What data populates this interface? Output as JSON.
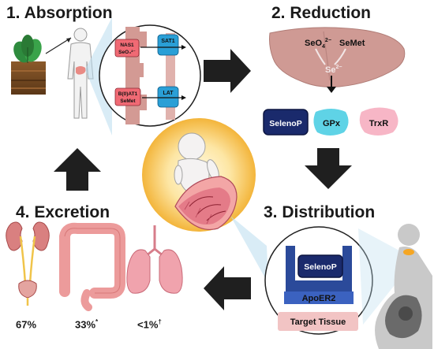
{
  "panels": {
    "absorption": {
      "title": "1.  Absorption",
      "transporters": [
        {
          "top": "NAS1",
          "bottom": "SeO₄²⁻",
          "carrier": "SAT1"
        },
        {
          "top": "B(0)AT1",
          "bottom": "SeMet",
          "carrier": "LAT"
        }
      ]
    },
    "reduction": {
      "title": "2. Reduction",
      "selenate": "SeO",
      "selenate_sub": "4",
      "selenate_sup": "2−",
      "semet": "SeMet",
      "selenide": "Se",
      "selenide_sup": "2−",
      "proteins": [
        "SelenoP",
        "GPx",
        "TrxR"
      ]
    },
    "distribution": {
      "title": "3. Distribution",
      "protein": "SelenoP",
      "receptor": "ApoER2",
      "target": "Target Tissue"
    },
    "excretion": {
      "title": "4. Excretion",
      "percentages": [
        {
          "value": "67%",
          "mark": ""
        },
        {
          "value": "33%",
          "mark": "*"
        },
        {
          "value": "<1%",
          "mark": "†"
        }
      ]
    }
  },
  "colors": {
    "liver": "#cf9a94",
    "selenop": "#1a2a6c",
    "gpx": "#5fd3e6",
    "trxr": "#f7b6c6",
    "transporter": "#2a9fd6",
    "arrow": "#1f1f1f",
    "placenta_glow": "#f5b83a"
  },
  "icons": [
    "spinach-plant-icon",
    "human-body-icon",
    "intestine-cell-icon",
    "liver-icon",
    "baby-icon",
    "placenta-icon",
    "pregnant-woman-icon",
    "kidney-icon",
    "colon-icon",
    "lungs-icon"
  ]
}
